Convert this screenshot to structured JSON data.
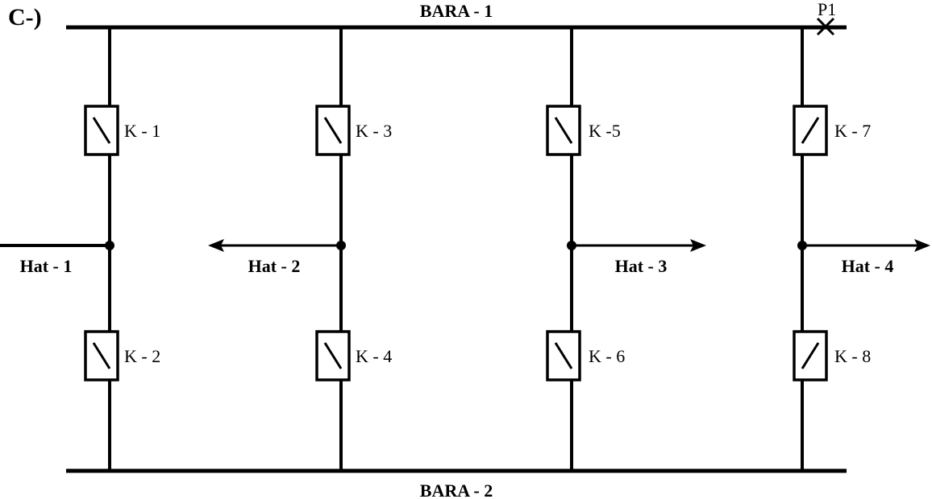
{
  "figure": {
    "label": "C-)",
    "bus_top": "BARA - 1",
    "bus_bottom": "BARA - 2",
    "fault_marker": "P1"
  },
  "switches": {
    "k1": "K - 1",
    "k2": "K - 2",
    "k3": "K - 3",
    "k4": "K - 4",
    "k5": "K -5",
    "k6": "K - 6",
    "k7": "K - 7",
    "k8": "K - 8"
  },
  "lines": {
    "hat1": "Hat - 1",
    "hat2": "Hat - 2",
    "hat3": "Hat - 3",
    "hat4": "Hat - 4"
  }
}
